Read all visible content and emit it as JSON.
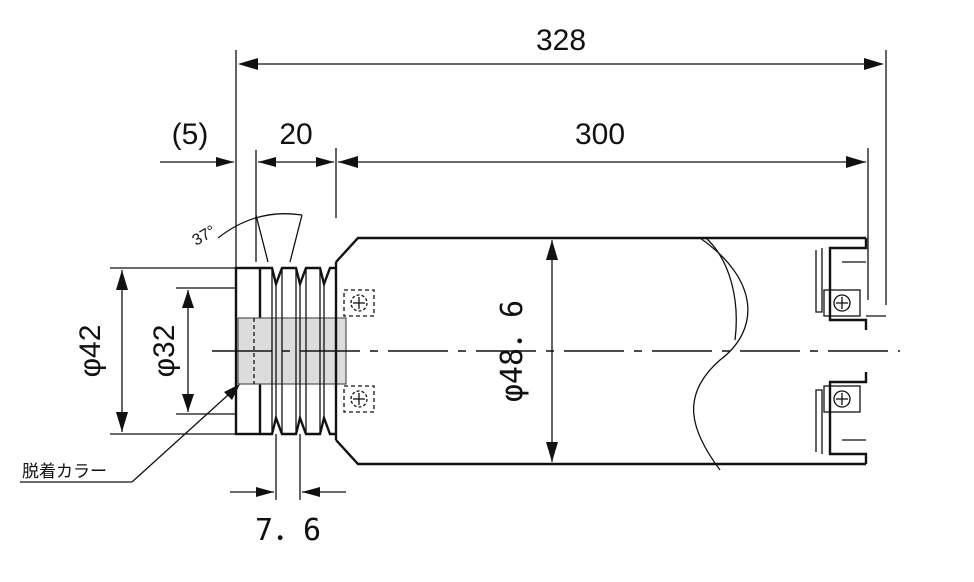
{
  "drawing": {
    "colors": {
      "line": "#111111",
      "collar_fill": "#dcdcdc",
      "background": "#ffffff"
    },
    "dimensions": {
      "overall_length": "328",
      "tube_length": "300",
      "groove_section": "20",
      "offset": "(5)",
      "groove_angle": "37°",
      "groove_pitch": "7．6",
      "flange_diameter": "φ42",
      "collar_diameter": "φ32",
      "tube_diameter": "φ48．6"
    },
    "callouts": {
      "collar_label": "脱着カラー"
    }
  }
}
